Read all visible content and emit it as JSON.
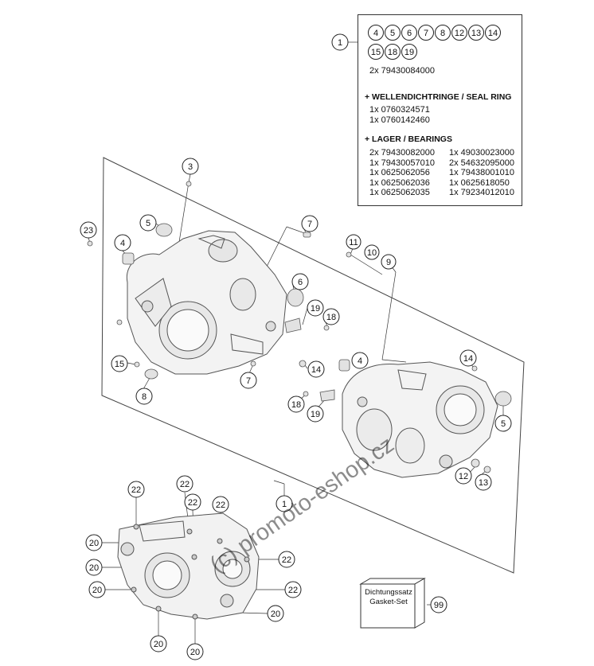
{
  "callouts": [
    {
      "label": "1"
    },
    {
      "label": "3"
    },
    {
      "label": "5"
    },
    {
      "label": "23"
    },
    {
      "label": "4"
    },
    {
      "label": "7"
    },
    {
      "label": "11"
    },
    {
      "label": "10"
    },
    {
      "label": "9"
    },
    {
      "label": "6"
    },
    {
      "label": "19"
    },
    {
      "label": "18"
    },
    {
      "label": "15"
    },
    {
      "label": "7"
    },
    {
      "label": "14"
    },
    {
      "label": "8"
    },
    {
      "label": "4"
    },
    {
      "label": "14"
    },
    {
      "label": "18"
    },
    {
      "label": "19"
    },
    {
      "label": "5"
    },
    {
      "label": "12"
    },
    {
      "label": "13"
    },
    {
      "label": "1"
    },
    {
      "label": "22"
    },
    {
      "label": "22"
    },
    {
      "label": "22"
    },
    {
      "label": "22"
    },
    {
      "label": "20"
    },
    {
      "label": "22"
    },
    {
      "label": "20"
    },
    {
      "label": "20"
    },
    {
      "label": "22"
    },
    {
      "label": "20"
    },
    {
      "label": "20"
    },
    {
      "label": "20"
    },
    {
      "label": "99"
    }
  ],
  "legend": {
    "kit_numbers": [
      "4",
      "5",
      "6",
      "7",
      "8",
      "12",
      "13",
      "14",
      "15",
      "18",
      "19"
    ],
    "kit_part": "2x 79430084000",
    "seal_header": "+ WELLENDICHTRINGE /  SEAL RING",
    "seal_parts": [
      "1x 0760324571",
      "1x 0760142460"
    ],
    "bearing_header": "+ LAGER / BEARINGS",
    "bearing_rows": [
      {
        "left": "2x 79430082000",
        "right": "1x 49030023000"
      },
      {
        "left": "1x 79430057010",
        "right": "2x 54632095000"
      },
      {
        "left": "1x 0625062056",
        "right": "1x 79438001010"
      },
      {
        "left": "1x 0625062036",
        "right": "1x 0625618050"
      },
      {
        "left": "1x 0625062035",
        "right": "1x 79234012010"
      }
    ]
  },
  "gasket_set": {
    "line1": "Dichtungssatz",
    "line2": "Gasket-Set"
  },
  "watermark": "(c) promoto-eshop.cz"
}
